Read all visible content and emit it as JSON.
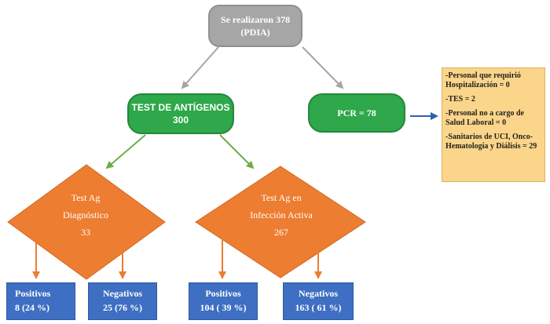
{
  "start": {
    "line1": "Se realizaron 378",
    "line2": "(PDIA)"
  },
  "antigen_test": {
    "line1": "TEST DE ANTÍGENOS",
    "line2": "300"
  },
  "pcr": {
    "label": "PCR = 78"
  },
  "diagnostic": {
    "line1": "Test Ag",
    "line2": "Diagnóstico",
    "line3": "33"
  },
  "active_infection": {
    "line1": "Test Ag en",
    "line2": "Infección Activa",
    "line3": "267"
  },
  "results": {
    "diag_pos": {
      "label": "Positivos",
      "value": "8 (24 %)"
    },
    "diag_neg": {
      "label": "Negativos",
      "value": "25 (76 %)"
    },
    "active_pos": {
      "label": "Positivos",
      "value": "104 ( 39 %)"
    },
    "active_neg": {
      "label": "Negativos",
      "value": "163 ( 61 %)"
    }
  },
  "pcr_details": [
    "-Personal que requirió Hospitalización = 0",
    "-TES = 2",
    "-Personal no a cargo de Salud Laboral = 0",
    "-Sanitarios de UCI, Onco-Hematología y Diálisis = 29"
  ],
  "colors": {
    "start": "#a6a6a6",
    "green": "#2ea84a",
    "orange": "#ed7d31",
    "blue": "#3e6fc2",
    "info": "#fbd589",
    "arrow_gray": "#a6a6a6",
    "arrow_green": "#70ad47",
    "arrow_blue": "#2e5fb0"
  }
}
